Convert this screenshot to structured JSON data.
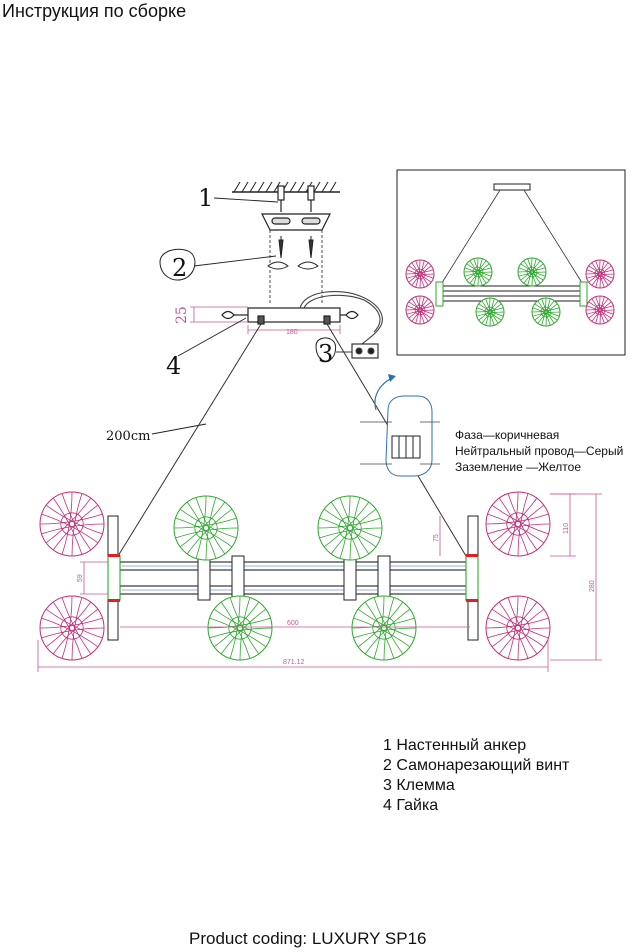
{
  "header": {
    "title": "Инструкция по сборке"
  },
  "callouts": {
    "c1": "1",
    "c2": "2",
    "c3": "3",
    "c4": "4",
    "cable_length": "200cm"
  },
  "dimensions": {
    "plate_height": "25",
    "plate_width": "180",
    "bar_gap": "59",
    "top_offset": "75",
    "globe_height": "110",
    "total_height": "280",
    "bar_length": "600",
    "total_length": "871.12"
  },
  "wiring": {
    "phase": "Фаза—коричневая",
    "neutral": "Нейтральный провод—Серый",
    "ground": "Заземление —Желтое"
  },
  "legend": {
    "items": [
      "1 Настенный анкер",
      "2 Самонарезающий винт",
      "3 Клемма",
      "4 Гайка"
    ]
  },
  "footer": {
    "product_coding": "Product coding: LUXURY SP16"
  },
  "colors": {
    "globe_pink": "#c0307a",
    "globe_green": "#2ea82e",
    "dimension_line": "#c05a9a",
    "cable": "#444444",
    "callout_arrow": "#2f6fb5"
  }
}
